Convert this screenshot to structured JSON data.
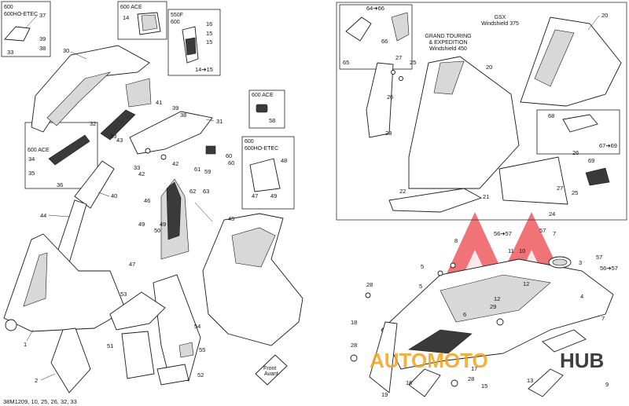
{
  "boxes": {
    "b600": [
      "600",
      "600HO-ETEC"
    ],
    "b600ace_a": [
      "600 ACE"
    ],
    "b550f": [
      "550F",
      "600"
    ],
    "b600ace_b": [
      "600 ACE"
    ],
    "b600ace_c": [
      "600 ACE"
    ],
    "b600_2": [
      "600",
      "600HO-ETEC"
    ],
    "gsx": [
      "GSX",
      "Windshield 375"
    ],
    "grand": [
      "GRAND TOURING",
      "& EXPEDITION",
      "Windshield 450"
    ]
  },
  "part_numbers": {
    "p1": "1",
    "p2": "2",
    "p3": "3",
    "p4": "4",
    "p5a": "5",
    "p5b": "5",
    "p6": "6",
    "p7a": "7",
    "p7b": "7",
    "p8": "8",
    "p9": "9",
    "p10": "10",
    "p11": "11",
    "p12": "12",
    "p13": "13",
    "p14": "14",
    "p14to15": "14➔15",
    "p15a": "15",
    "p15b": "15",
    "p16": "16",
    "p17": "17",
    "p18": "18",
    "p19": "19",
    "p20a": "20",
    "p20b": "20",
    "p21": "21",
    "p22": "22",
    "p23": "23",
    "p24": "24",
    "p25a": "25",
    "p25b": "25",
    "p26a": "26",
    "p26b": "26",
    "p27a": "27",
    "p27b": "27",
    "p28a": "28",
    "p28b": "28",
    "p29": "29",
    "p30": "30",
    "p31": "31",
    "p32": "32",
    "p33a": "33",
    "p33b": "33",
    "p34": "34",
    "p35": "35",
    "p36": "36",
    "p37": "37",
    "p38": "38",
    "p39a": "39",
    "p39b": "39",
    "p40": "40",
    "p41": "41",
    "p42a": "42",
    "p42b": "42",
    "p43": "43",
    "p44": "44",
    "p45": "45",
    "p46": "46",
    "p47a": "47",
    "p47b": "47",
    "p48": "48",
    "p49a": "49",
    "p49b": "49",
    "p50": "50",
    "p51": "51",
    "p52": "52",
    "p53": "53",
    "p54": "54",
    "p55": "55",
    "p56to57a": "56➔57",
    "p56to57b": "56➔57",
    "p57a": "57",
    "p57b": "57",
    "p58": "58",
    "p59": "59",
    "p60": "60",
    "p61": "61",
    "p62": "62",
    "p63": "63",
    "p64to66": "64➔66",
    "p65": "65",
    "p66": "66",
    "p67to69": "67➔69",
    "p68": "68",
    "p69": "69"
  },
  "front_arrow": [
    "Front",
    "Avant"
  ],
  "footer_code": "38M1209, 10, 25, 26, 32, 33",
  "watermark": {
    "brand": "AUTOMOTOHUB",
    "brand_part1": "AUTOMOTO",
    "brand_part2": "HUB",
    "colors": {
      "red": "#e8242a",
      "orange": "#f2a31c",
      "dark": "#2b2b2b"
    }
  }
}
